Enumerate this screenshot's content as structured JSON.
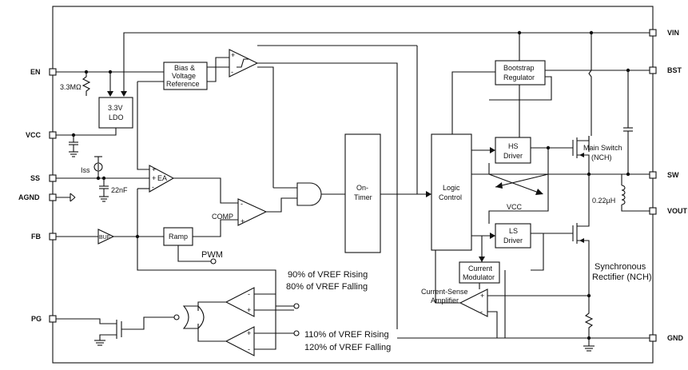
{
  "pins": {
    "en": "EN",
    "vcc": "VCC",
    "ss": "SS",
    "agnd": "AGND",
    "fb": "FB",
    "pg": "PG",
    "vin": "VIN",
    "bst": "BST",
    "sw": "SW",
    "vout": "VOUT",
    "gnd": "GND"
  },
  "blocks": {
    "bias_line1": "Bias &",
    "bias_line2": "Voltage",
    "bias_line3": "Reference",
    "ldo_line1": "3.3V",
    "ldo_line2": "LDO",
    "ea": "EA",
    "ramp": "Ramp",
    "comp": "COMP",
    "pwm": "PWM",
    "buf": "BUF",
    "on_timer_line1": "On-",
    "on_timer_line2": "Timer",
    "logic_line1": "Logic",
    "logic_line2": "Control",
    "bootstrap_line1": "Bootstrap",
    "bootstrap_line2": "Regulator",
    "hs_line1": "HS",
    "hs_line2": "Driver",
    "ls_line1": "LS",
    "ls_line2": "Driver",
    "vcc_label": "VCC",
    "current_mod_line1": "Current",
    "current_mod_line2": "Modulator",
    "csa_line1": "Current-Sense",
    "csa_line2": "Amplifier",
    "main_switch_line1": "Main Switch",
    "main_switch_line2": "(NCH)",
    "sync_rect_line1": "Synchronous",
    "sync_rect_line2": "Rectifier (NCH)"
  },
  "components": {
    "resistor_en": "3.3MΩ",
    "iss": "Iss",
    "cap_ss": "22nF",
    "inductor": "0.22µH"
  },
  "thresholds": {
    "upper_line1": "90% of VREF Rising",
    "upper_line2": "80% of VREF Falling",
    "lower_line1": "110% of VREF Rising",
    "lower_line2": "120% of VREF Falling"
  }
}
